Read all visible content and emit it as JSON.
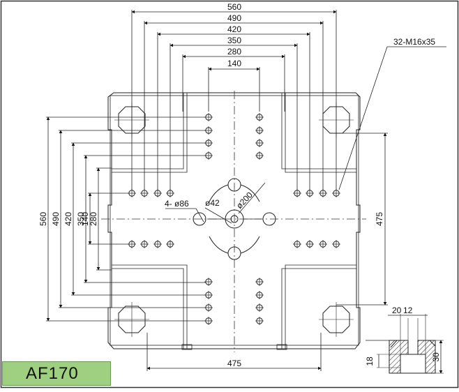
{
  "model": "AF170",
  "top_dims": [
    "560",
    "490",
    "420",
    "350",
    "280",
    "140"
  ],
  "left_dims": [
    "560",
    "490",
    "420",
    "350",
    "280",
    "140"
  ],
  "right_dim": "475",
  "bottom_dim": "475",
  "labels": {
    "bolt_holes": "32-M16x35",
    "tie_bar_holes": "4- ø86",
    "center_hole": "ø42",
    "pcd": "ø200"
  },
  "slot_detail": {
    "width_a": "20",
    "width_b": "12",
    "depth_outer": "30",
    "depth_inner": "18"
  }
}
